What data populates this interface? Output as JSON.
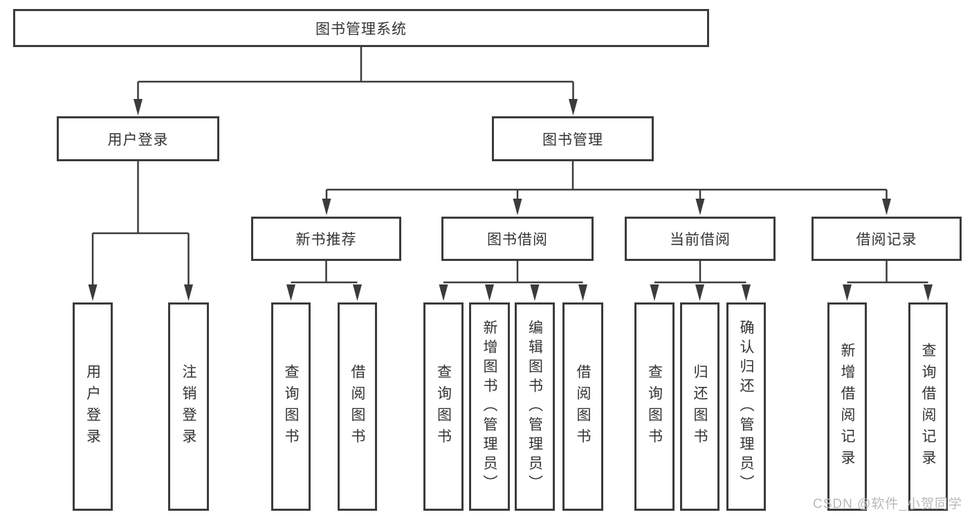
{
  "diagram": {
    "title": "图书管理系统",
    "branches": {
      "user_login": {
        "label": "用户登录",
        "children": [
          "用户登录",
          "注销登录"
        ]
      },
      "book_mgmt": {
        "label": "图书管理",
        "sections": [
          {
            "label": "新书推荐",
            "children": [
              "查询图书",
              "借阅图书"
            ]
          },
          {
            "label": "图书借阅",
            "children": [
              "查询图书",
              "新增图书（管理员）",
              "编辑图书（管理员）",
              "借阅图书"
            ]
          },
          {
            "label": "当前借阅",
            "children": [
              "查询图书",
              "归还图书",
              "确认归还（管理员）"
            ]
          },
          {
            "label": "借阅记录",
            "children": [
              "新增借阅记录",
              "查询借阅记录"
            ]
          }
        ]
      }
    }
  },
  "watermark": "CSDN @软件_小贺同学",
  "colors": {
    "line": "#3b3b3b",
    "text": "#333333",
    "watermark": "#b9b9b9",
    "background": "#ffffff"
  }
}
